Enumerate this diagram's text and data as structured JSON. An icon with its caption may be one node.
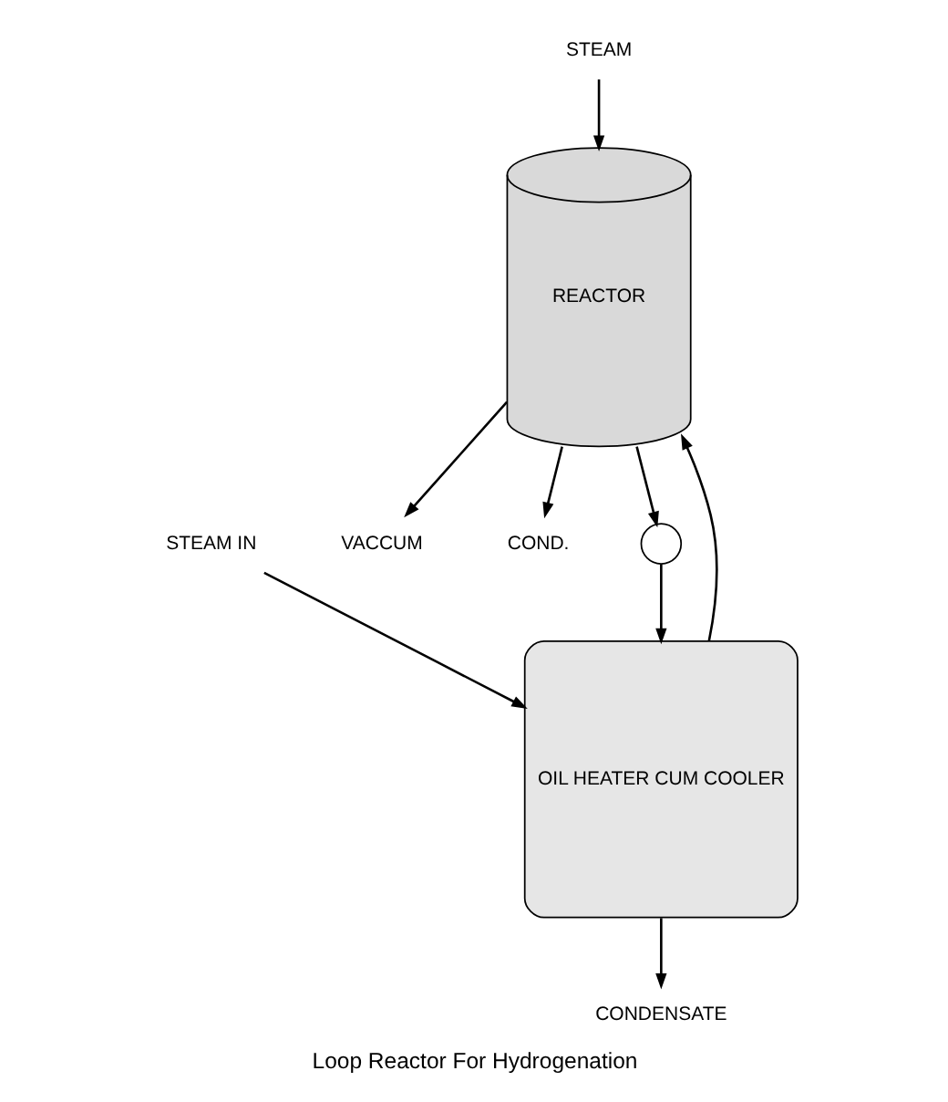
{
  "diagram": {
    "caption": "Loop Reactor For Hydrogenation",
    "nodes": [
      {
        "text": [
          "VACCUM"
        ]
      },
      {
        "text": [
          "REACTOR"
        ]
      },
      {
        "text": [
          "STEAM"
        ]
      },
      {
        "text": [
          "COND."
        ]
      },
      {
        "text": [],
        "shape": "circle"
      },
      {
        "text": [
          "OIL HEATER CUM COOLER"
        ]
      },
      {
        "text": [
          "STEAM IN"
        ]
      },
      {
        "text": [
          "CONDENSATE"
        ]
      }
    ],
    "edges": [
      {
        "from": 1,
        "to": 0,
        "arrow": "to"
      },
      {
        "from": 5,
        "to": 1,
        "arrow": "to"
      },
      {
        "from": 2,
        "to": 1,
        "arrow": "to"
      },
      {
        "from": 1,
        "to": 3,
        "arrow": "to"
      },
      {
        "from": 1,
        "to": 4,
        "arrow": "to"
      },
      {
        "from": 4,
        "to": 5,
        "arrow": "to"
      },
      {
        "from": 6,
        "to": 5,
        "arrow": "to"
      },
      {
        "from": 5,
        "to": 7,
        "arrow": "to"
      }
    ]
  }
}
